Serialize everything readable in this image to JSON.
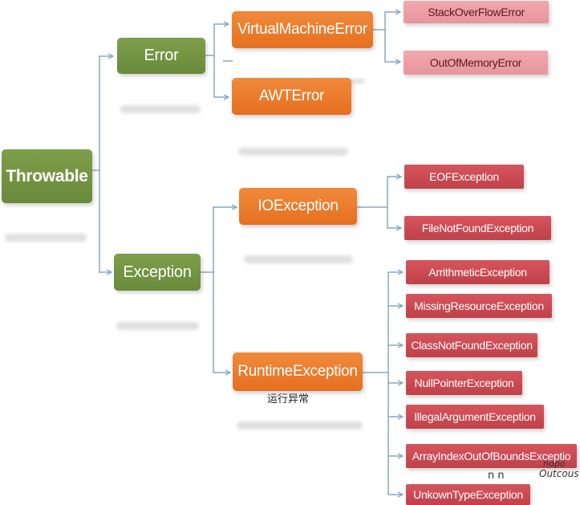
{
  "diagram": {
    "root": {
      "label": "Throwable"
    },
    "error": {
      "label": "Error"
    },
    "exception": {
      "label": "Exception"
    },
    "virtual_machine_error": {
      "label": "VirtualMachineError"
    },
    "awt_error": {
      "label": "AWTError"
    },
    "stack_overflow_error": {
      "label": "StackOverFlowError"
    },
    "out_of_memory_error": {
      "label": "OutOfMemoryError"
    },
    "io_exception": {
      "label": "IOException"
    },
    "runtime_exception": {
      "label": "RuntimeException"
    },
    "runtime_note": "运行异常",
    "eof_exception": {
      "label": "EOFException"
    },
    "file_not_found_exception": {
      "label": "FileNotFoundException"
    },
    "arithmetic_exception": {
      "label": "ArrithmeticException"
    },
    "missing_resource_exception": {
      "label": "MissingResourceException"
    },
    "class_not_found_exception": {
      "label": "ClassNotFoundException"
    },
    "null_pointer_exception": {
      "label": "NullPointerException"
    },
    "illegal_argument_exception": {
      "label": "IllegalArgumentException"
    },
    "array_index_exception": {
      "label": "ArrayIndexOutOfBoundsExceptio"
    },
    "unknown_type_exception": {
      "label": "UnkownTypeException"
    },
    "watermark_fragments": [
      "n n",
      "ndpo",
      "Outcous"
    ]
  },
  "colors": {
    "green": "#6f8f3f",
    "orange": "#e8752a",
    "red": "#c8484f",
    "pink": "#eea1a7",
    "connector": "#8aa7c2"
  }
}
